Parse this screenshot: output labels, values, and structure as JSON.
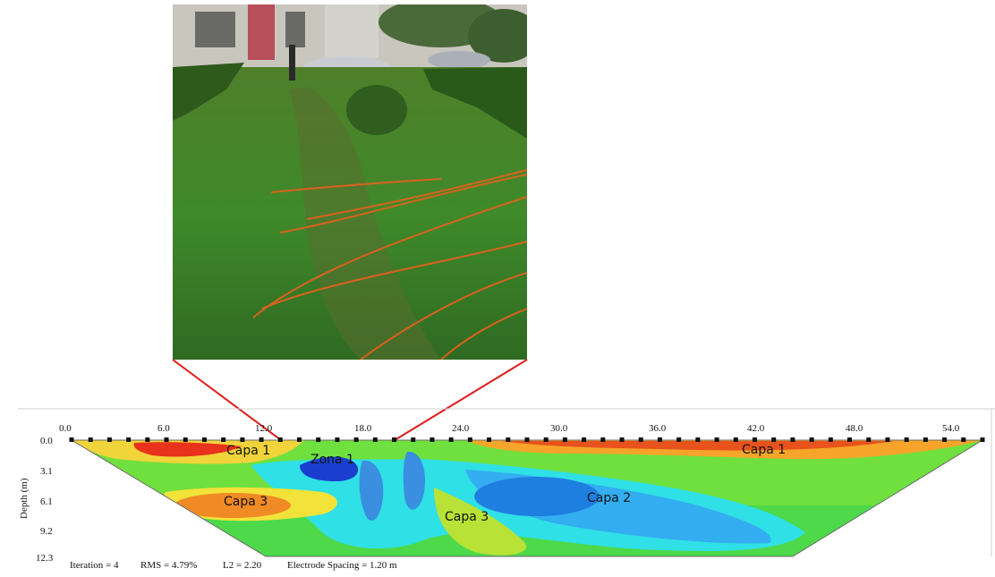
{
  "section": {
    "x_ticks": [
      "0.0",
      "6.0",
      "12.0",
      "18.0",
      "24.0",
      "30.0",
      "36.0",
      "42.0",
      "48.0",
      "54.0"
    ],
    "depth_ticks": [
      "0.0",
      "3.1",
      "6.1",
      "9.2",
      "12.3"
    ],
    "depth_axis_label": "Depth (m)",
    "layer_labels": {
      "capa1_left": "Capa 1",
      "zona1": "Zona 1",
      "capa3_left": "Capa 3",
      "capa3_mid": "Capa 3",
      "capa2": "Capa 2",
      "capa1_right": "Capa 1"
    }
  },
  "footer": {
    "iteration": "Iteration = 4",
    "rms": "RMS = 4.79%",
    "l2": "L2 = 2.20",
    "spacing": "Electrode Spacing = 1.20 m"
  },
  "colors": {
    "zoom_line": "#e01b1b",
    "high_resistivity": "#e8321c",
    "mid_resistivity": "#3fdc3a",
    "low_resistivity": "#1a3fd0"
  }
}
